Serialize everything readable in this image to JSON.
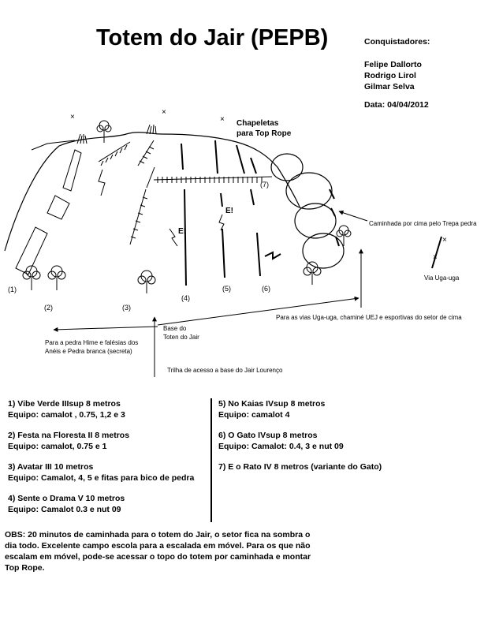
{
  "title": "Totem do Jair (PEPB)",
  "credits": {
    "heading": "Conquistadores:",
    "names": [
      "Felipe Dallorto",
      "Rodrigo Lirol",
      "Gilmar Selva"
    ],
    "date": "Data: 04/04/2012"
  },
  "topo": {
    "chapeletas": [
      "Chapeletas",
      "para Top Rope"
    ],
    "route_numbers": [
      "(1)",
      "(2)",
      "(3)",
      "(4)",
      "(5)",
      "(6)",
      "(7)"
    ],
    "expo_mark": "E!",
    "caminhada_trepa": "Caminhada por cima pelo Trepa pedra",
    "via_uga": "Via Uga-uga",
    "para_vias": "Para as vias Uga-uga, chaminé UEJ e esportivas do setor de cima",
    "base": [
      "Base do",
      "Toten do Jair"
    ],
    "para_pedra": [
      "Para a pedra Hime e falésias dos",
      "Anéis e Pedra branca (secreta)"
    ],
    "trilha": "Trilha de acesso a base do Jair Lourenço"
  },
  "routes_left": [
    {
      "name": "1) Vibe Verde IIIsup 8 metros",
      "gear": "Equipo: camalot , 0.75, 1,2 e 3"
    },
    {
      "name": "2) Festa na Floresta II 8 metros",
      "gear": "Equipo: camalot, 0.75 e 1"
    },
    {
      "name": "3) Avatar III 10 metros",
      "gear": "Equipo: Camalot, 4, 5 e fitas para bico de pedra"
    },
    {
      "name": "4) Sente o Drama V 10 metros",
      "gear": "Equipo: Camalot 0.3 e nut 09"
    }
  ],
  "routes_right": [
    {
      "name": "5) No Kaias IVsup 8 metros",
      "gear": "Equipo: camalot 4"
    },
    {
      "name": "6) O Gato IVsup 8 metros",
      "gear": "Equipo: Camalot: 0.4, 3 e nut 09"
    },
    {
      "name": "7) E o Rato IV 8 metros (variante do Gato)",
      "gear": ""
    }
  ],
  "obs": "OBS: 20 minutos de caminhada para o totem do Jair, o setor fica na sombra o dia todo. Excelente campo escola para a escalada em móvel. Para os que não escalam em móvel, pode-se acessar o topo do totem por caminhada e montar Top Rope."
}
